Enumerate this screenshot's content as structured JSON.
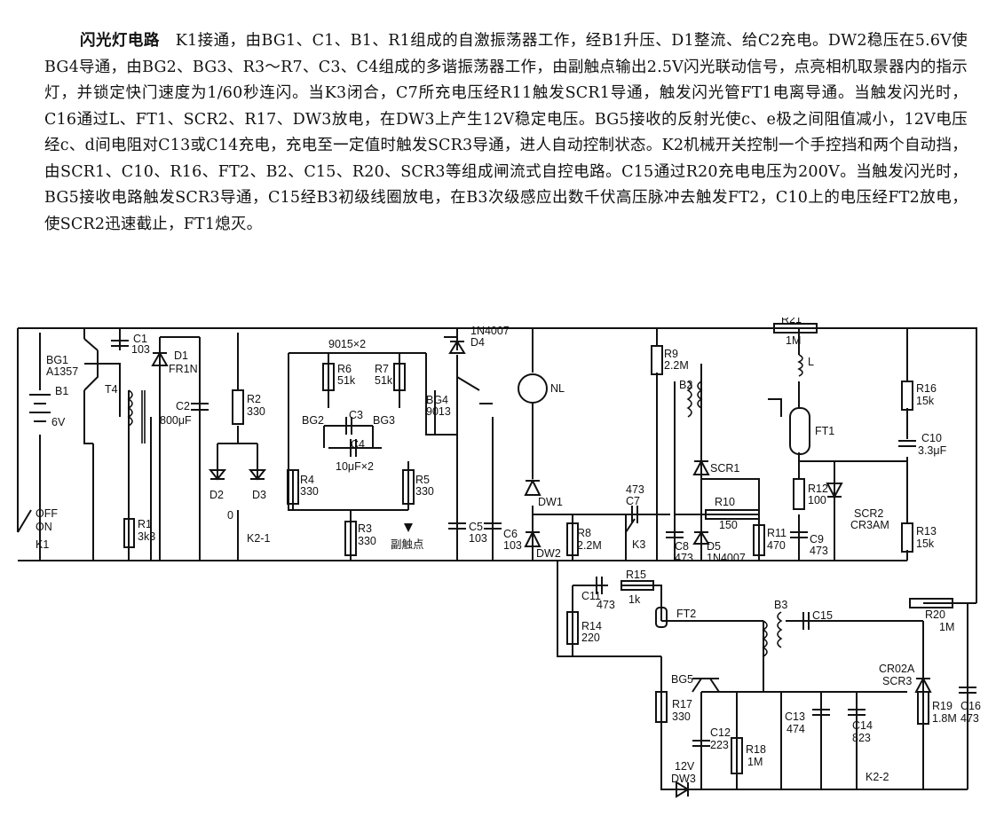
{
  "title": "闪光灯电路",
  "description": "K1接通，由BG1、C1、B1、R1组成的自激振荡器工作，经B1升压、D1整流、给C2充电。DW2稳压在5.6V使BG4导通，由BG2、BG3、R3～R7、C3、C4组成的多谐振荡器工作，由副触点输出2.5V闪光联动信号，点亮相机取景器内的指示灯，并锁定快门速度为1/60秒连闪。当K3闭合，C7所充电压经R11触发SCR1导通，触发闪光管FT1电离导通。当触发闪光时，C16通过L、FT1、SCR2、R17、DW3放电，在DW3上产生12V稳定电压。BG5接收的反射光使c、e极之间阻值减小，12V电压经c、d间电阻对C13或C14充电，充电至一定值时触发SCR3导通，进人自动控制状态。K2机械开关控制一个手控挡和两个自动挡，由SCR1、C10、R16、FT2、B2、C15、R20、SCR3等组成闸流式自控电路。C15通过R20充电电压为200V。当触发闪光时，BG5接收电路触发SCR3导通，C15经B3初级线圈放电，在B3次级感应出数千伏高压脉冲去触发FT2，C10上的电压经FT2放电，使SCR2迅速截止，FT1熄灭。",
  "labels": {
    "bg1": "BG1",
    "bg1_type": "A1357",
    "b1": "B1",
    "b1_v": "6V",
    "c1": "C1",
    "c1_v": "103",
    "t4": "T4",
    "d1": "D1",
    "d1_type": "FR1N",
    "c2": "C2",
    "c2_v": "800μF",
    "off": "OFF",
    "on": "ON",
    "k1": "K1",
    "r1": "R1",
    "r1_v": "3k3",
    "r2": "R2",
    "r2_v": "330",
    "d2": "D2",
    "d3": "D3",
    "zero": "0",
    "k21": "K2-1",
    "bg23_type": "9015×2",
    "r6": "R6",
    "r6_v": "51k",
    "r7": "R7",
    "r7_v": "51k",
    "bg2": "BG2",
    "bg3": "BG3",
    "c3": "C3",
    "c4": "C4",
    "c34_v": "10μF×2",
    "r4": "R4",
    "r4_v": "330",
    "r5": "R5",
    "r5_v": "330",
    "r3": "R3",
    "r3_v": "330",
    "sub_contact": "副触点",
    "d4_type": "1N4007",
    "d4": "D4",
    "bg4": "BG4",
    "bg4_type": "9013",
    "c5": "C5",
    "c5_v": "103",
    "c6": "C6",
    "c6_v": "103",
    "nl": "NL",
    "dw1": "DW1",
    "dw2": "DW2",
    "r8": "R8",
    "r8_v": "2.2M",
    "c7_v": "473",
    "c7": "C7",
    "k3": "K3",
    "c8": "C8",
    "c8_v": "473",
    "r9": "R9",
    "r9_v": "2.2M",
    "b2": "B2",
    "scr1": "SCR1",
    "r10": "R10",
    "r10_v": "150",
    "d5": "D5",
    "d5_type": "1N4007",
    "r11": "R11",
    "r11_v": "470",
    "r21": "R21",
    "r21_v": "1M",
    "l": "L",
    "ft1": "FT1",
    "r12": "R12",
    "r12_v": "100",
    "c9": "C9",
    "c9_v": "473",
    "scr2": "SCR2",
    "scr2_type": "CR3AM",
    "r16": "R16",
    "r16_v": "15k",
    "c10": "C10",
    "c10_v": "3.3μF",
    "r13": "R13",
    "r13_v": "15k",
    "c11": "C11",
    "c11_v": "473",
    "r15": "R15",
    "r15_v": "1k",
    "r14": "R14",
    "r14_v": "220",
    "ft2": "FT2",
    "b3": "B3",
    "c15": "C15",
    "r20": "R20",
    "r20_v": "1M",
    "bg5": "BG5",
    "r17": "R17",
    "r17_v": "330",
    "c12": "C12",
    "c12_v": "223",
    "dw3_v": "12V",
    "dw3": "DW3",
    "r18": "R18",
    "r18_v": "1M",
    "c13": "C13",
    "c13_v": "474",
    "c14": "C14",
    "c14_v": "823",
    "k22": "K2-2",
    "scr3_type": "CR02A",
    "scr3": "SCR3",
    "r19": "R19",
    "r19_v": "1.8M",
    "c16": "C16",
    "c16_v": "473"
  }
}
